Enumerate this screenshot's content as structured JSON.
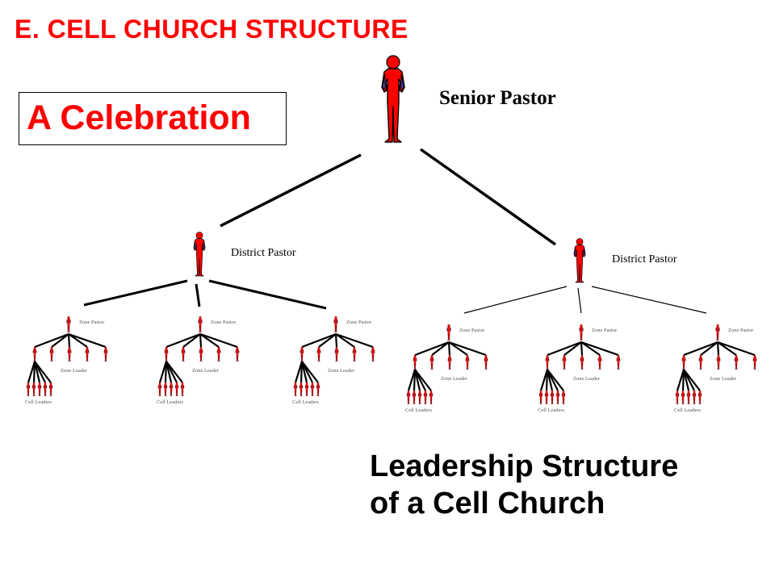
{
  "heading": "E. CELL CHURCH STRUCTURE",
  "box_label": "A Celebration",
  "caption": {
    "line1": "Leadership Structure",
    "line2": "of a Cell Church"
  },
  "roles": {
    "senior": "Senior Pastor",
    "district": "District Pastor",
    "zone_pastor": "Zone Pastor",
    "zone_leader": "Zone Leader",
    "cell_leaders": "Cell Leaders"
  },
  "colors": {
    "heading": "#ff0000",
    "figure": "#ff0000",
    "figure_accent": "#4a5bd6",
    "lines": "#000000"
  },
  "icons": {
    "person": "person-figure-icon"
  }
}
